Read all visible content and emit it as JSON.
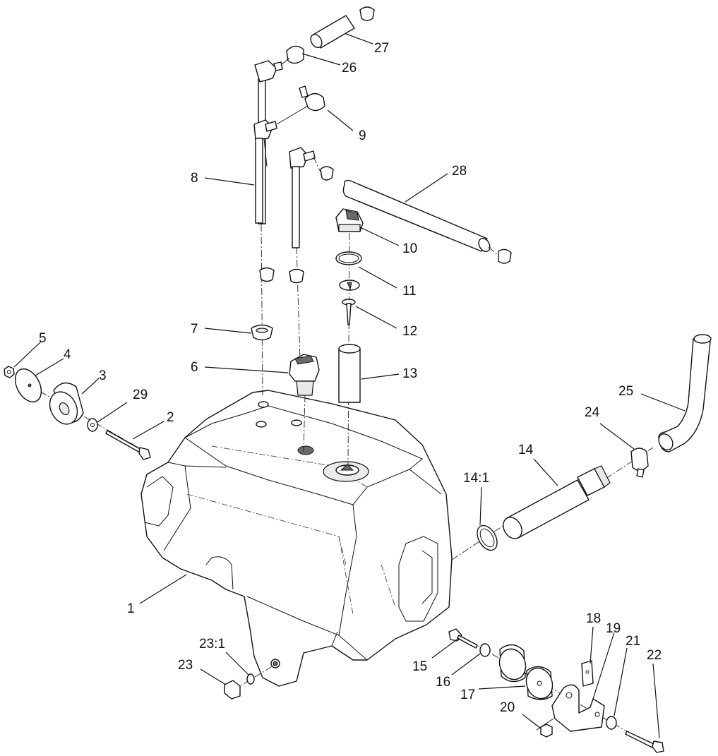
{
  "callouts": [
    {
      "id": "c1",
      "text": "1"
    },
    {
      "id": "c2",
      "text": "2"
    },
    {
      "id": "c3",
      "text": "3"
    },
    {
      "id": "c4",
      "text": "4"
    },
    {
      "id": "c5",
      "text": "5"
    },
    {
      "id": "c6",
      "text": "6"
    },
    {
      "id": "c7",
      "text": "7"
    },
    {
      "id": "c8",
      "text": "8"
    },
    {
      "id": "c9",
      "text": "9"
    },
    {
      "id": "c10",
      "text": "10"
    },
    {
      "id": "c11",
      "text": "11"
    },
    {
      "id": "c12",
      "text": "12"
    },
    {
      "id": "c13",
      "text": "13"
    },
    {
      "id": "c14",
      "text": "14"
    },
    {
      "id": "c14_1",
      "text": "14:1"
    },
    {
      "id": "c15",
      "text": "15"
    },
    {
      "id": "c16",
      "text": "16"
    },
    {
      "id": "c17",
      "text": "17"
    },
    {
      "id": "c18",
      "text": "18"
    },
    {
      "id": "c19",
      "text": "19"
    },
    {
      "id": "c20",
      "text": "20"
    },
    {
      "id": "c21",
      "text": "21"
    },
    {
      "id": "c22",
      "text": "22"
    },
    {
      "id": "c23",
      "text": "23"
    },
    {
      "id": "c23_1",
      "text": "23:1"
    },
    {
      "id": "c24",
      "text": "24"
    },
    {
      "id": "c25",
      "text": "25"
    },
    {
      "id": "c26",
      "text": "26"
    },
    {
      "id": "c27",
      "text": "27"
    },
    {
      "id": "c28",
      "text": "28"
    },
    {
      "id": "c29",
      "text": "29"
    }
  ]
}
